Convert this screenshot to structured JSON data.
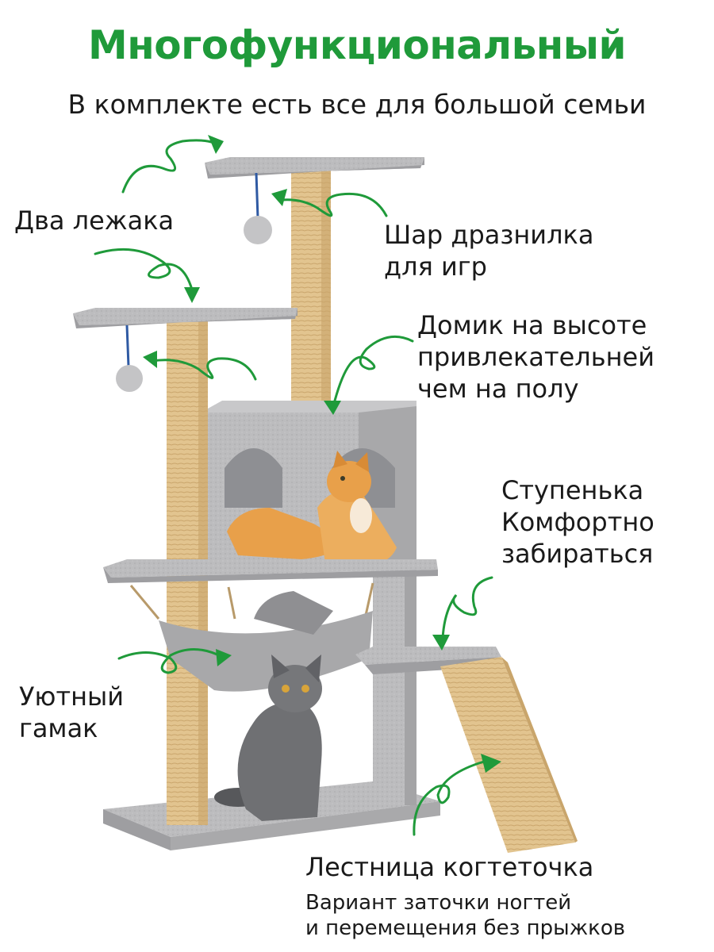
{
  "header": {
    "title": "Многофункциональный",
    "subtitle": "В комплекте есть все для большой семьи"
  },
  "labels": {
    "two_beds": "Два лежака",
    "ball_line1": "Шар дразнилка",
    "ball_line2": "для игр",
    "house_line1": "Домик на высоте",
    "house_line2": "привлекательней",
    "house_line3": "чем на полу",
    "step_line1": "Ступенька",
    "step_line2": "Комфортно",
    "step_line3": "забираться",
    "hammock_line1": "Уютный",
    "hammock_line2": "гамак",
    "ladder_title": "Лестница когтеточка",
    "ladder_line1": "Вариант заточки ногтей",
    "ladder_line2": "и перемещения без прыжков"
  },
  "colors": {
    "accent_green": "#1f9a3a",
    "plush_gray": "#b9b9bb",
    "plush_dark": "#9e9ea1",
    "sisal": "#e2c48f",
    "sisal_dark": "#c9a56b",
    "ginger_cat": "#e8a04a",
    "gray_cat": "#6f7073"
  },
  "icons": [
    "curly-arrow-icon",
    "heart-arrowhead-icon",
    "teaser-ball-icon"
  ]
}
